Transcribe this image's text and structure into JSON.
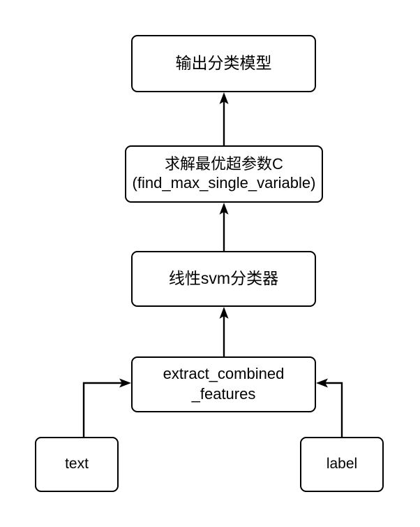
{
  "diagram": {
    "type": "flowchart",
    "orientation": "bottom-to-top",
    "background_color": "#ffffff",
    "stroke_color": "#000000",
    "node_fill_color": "#ffffff",
    "nodes": [
      {
        "id": "output",
        "label": "输出分类模型",
        "shape": "rounded-rectangle"
      },
      {
        "id": "hyperparam",
        "label": "求解最优超参数C\n(find_max_single_variable)",
        "line1": "求解最优超参数C",
        "line2": "(find_max_single_variable)",
        "shape": "rounded-rectangle"
      },
      {
        "id": "svm",
        "label": "线性svm分类器",
        "shape": "rounded-rectangle"
      },
      {
        "id": "extract",
        "label": "extract_combined\n_features",
        "line1": "extract_combined",
        "line2": "_features",
        "shape": "rounded-rectangle"
      },
      {
        "id": "text",
        "label": "text",
        "shape": "rounded-rectangle"
      },
      {
        "id": "label",
        "label": "label",
        "shape": "rounded-rectangle"
      }
    ],
    "edges": [
      {
        "id": "extract-to-svm",
        "from": "extract",
        "to": "svm",
        "style": "straight-vertical",
        "arrowhead": "up"
      },
      {
        "id": "svm-to-hyperparam",
        "from": "svm",
        "to": "hyperparam",
        "style": "straight-vertical",
        "arrowhead": "up"
      },
      {
        "id": "hyperparam-to-output",
        "from": "hyperparam",
        "to": "output",
        "style": "straight-vertical",
        "arrowhead": "up"
      },
      {
        "id": "text-to-extract",
        "from": "text",
        "to": "extract",
        "style": "orthogonal-elbow",
        "arrowhead": "right"
      },
      {
        "id": "label-to-extract",
        "from": "label",
        "to": "extract",
        "style": "orthogonal-elbow",
        "arrowhead": "left"
      }
    ]
  }
}
